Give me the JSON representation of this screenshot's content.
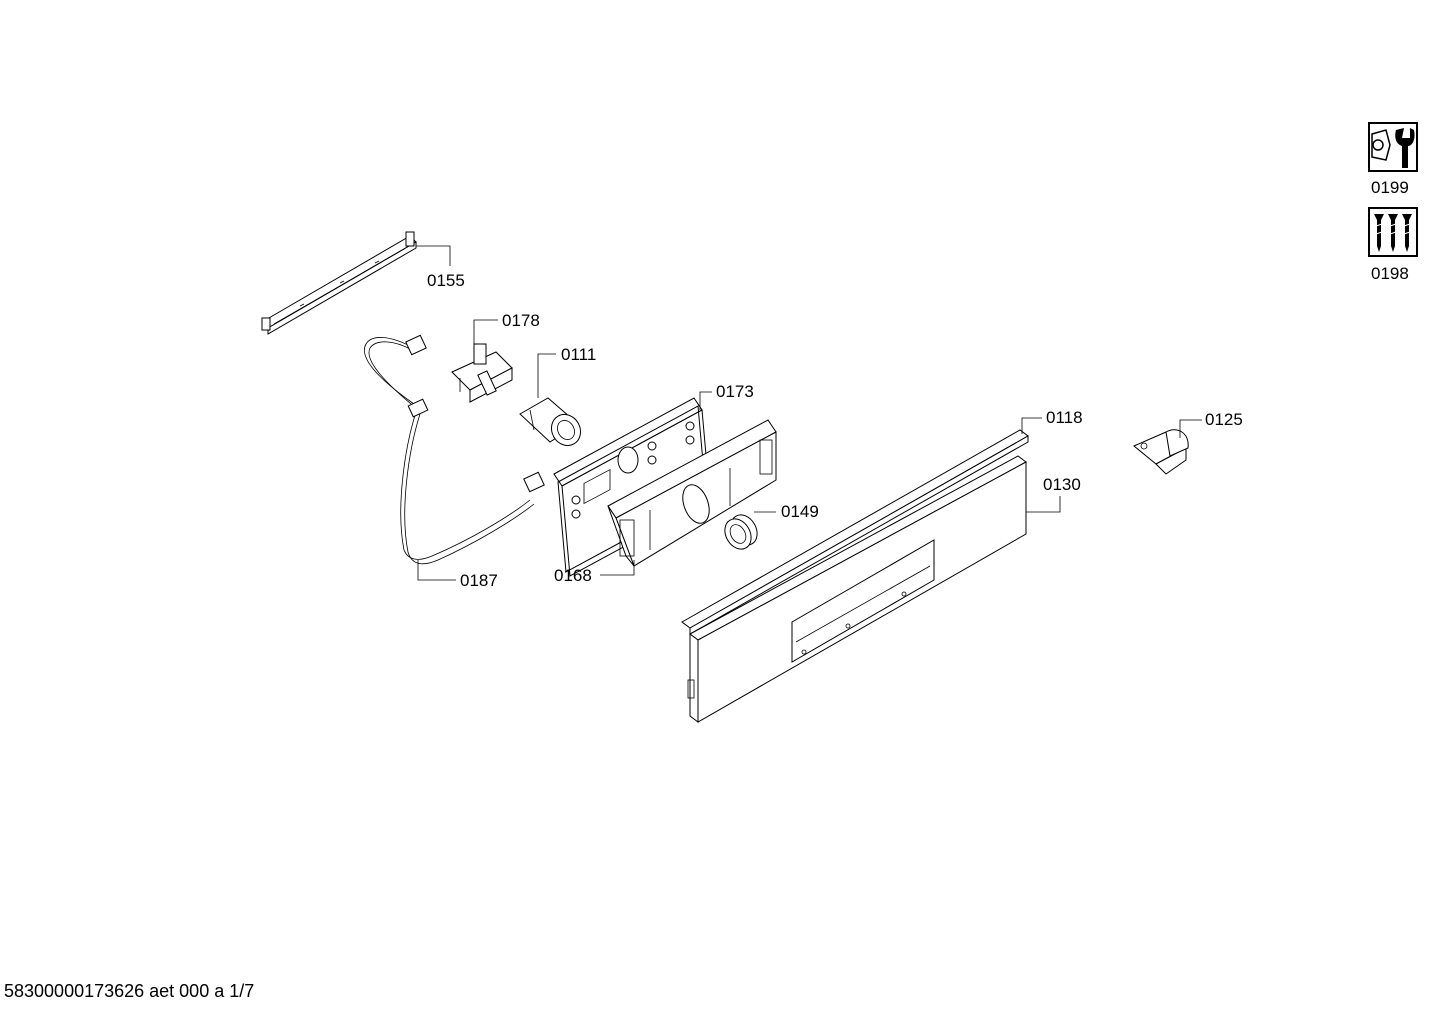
{
  "callouts": {
    "c0155": "0155",
    "c0178": "0178",
    "c0111": "0111",
    "c0173": "0173",
    "c0118": "0118",
    "c0125": "0125",
    "c0130": "0130",
    "c0149": "0149",
    "c0168": "0168",
    "c0187": "0187"
  },
  "legend": {
    "tool_kit_number": "0199",
    "tool_kit_icon": "wrench-nut-icon",
    "screw_kit_number": "0198",
    "screw_kit_icon": "screws-icon"
  },
  "footer": {
    "document_id": "58300000173626 aet 000 a 1/7"
  }
}
